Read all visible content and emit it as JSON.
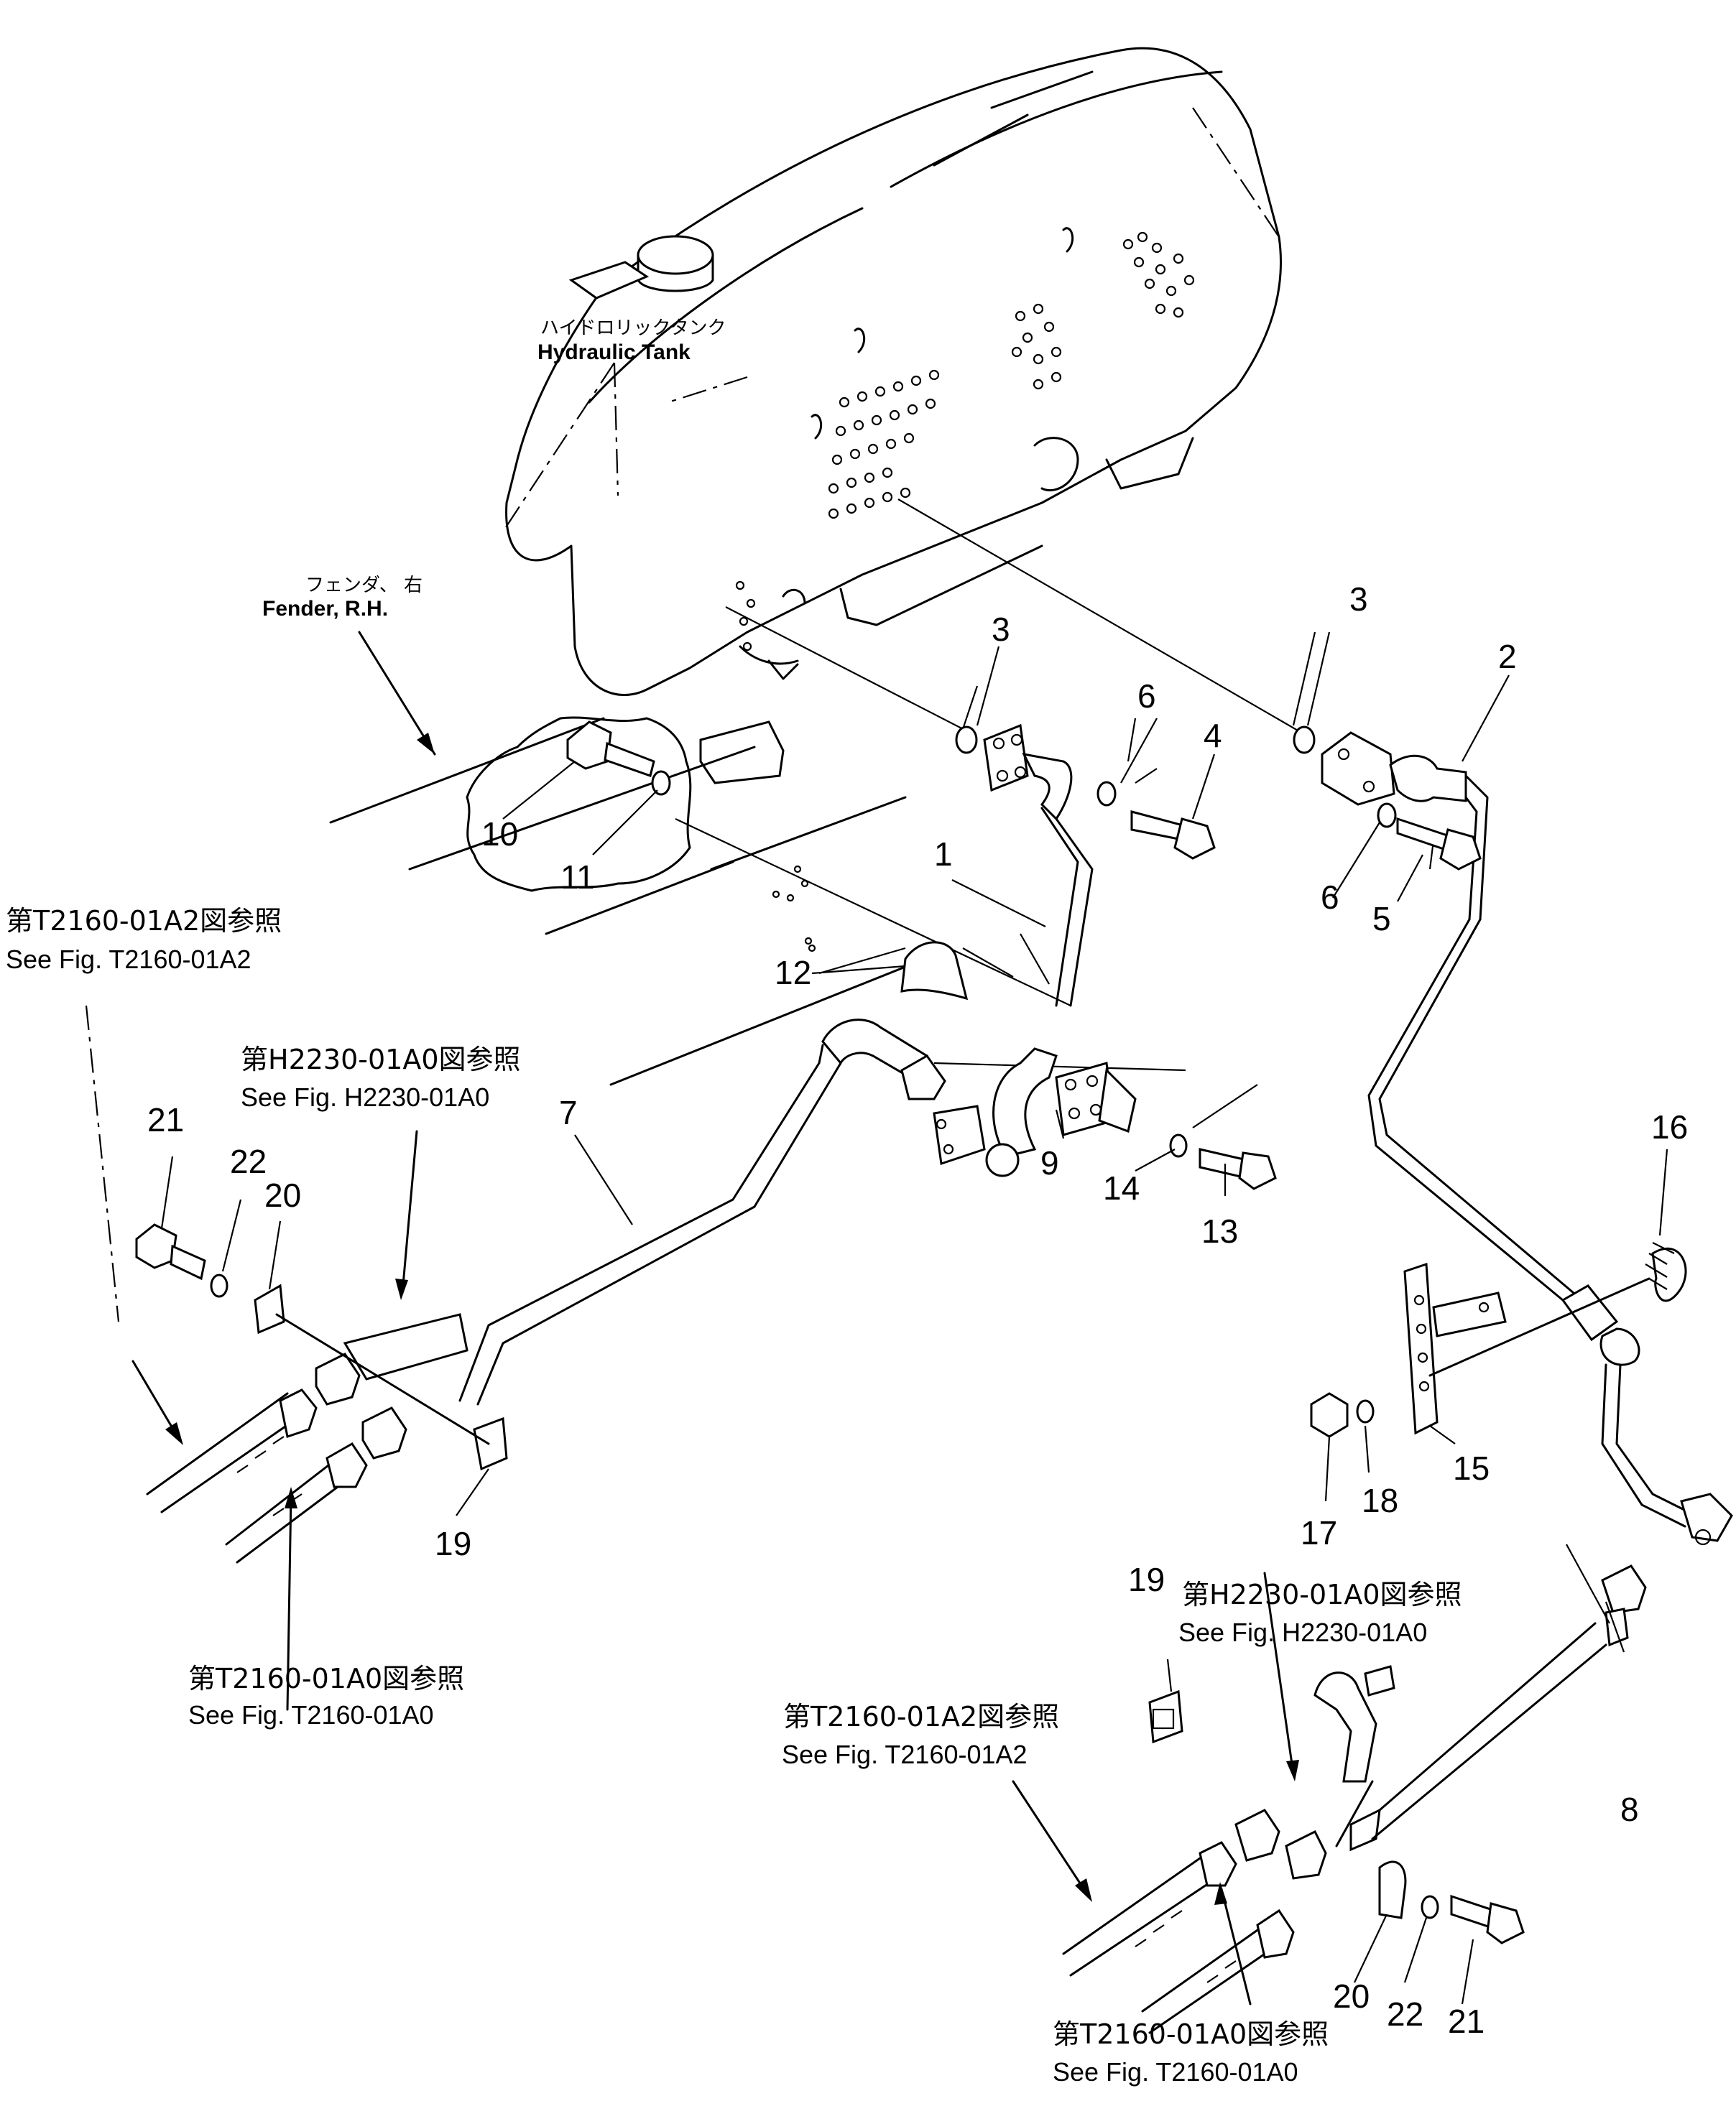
{
  "labels": {
    "tank_jp": "ハイドロリックタンク",
    "tank_en": "Hydraulic  Tank",
    "fender_jp": "フェンダ、 右",
    "fender_en": "Fender, R.H.",
    "ref_a2_left_jp": "第T2160-01A2図参照",
    "ref_a2_left_en": "See Fig. T2160-01A2",
    "ref_h_left_jp": "第H2230-01A0図参照",
    "ref_h_left_en": "See Fig. H2230-01A0",
    "ref_a0_left_jp": "第T2160-01A0図参照",
    "ref_a0_left_en": "See Fig. T2160-01A0",
    "ref_h_right_jp": "第H2230-01A0図参照",
    "ref_h_right_en": "See Fig. H2230-01A0",
    "ref_a2_right_jp": "第T2160-01A2図参照",
    "ref_a2_right_en": "See Fig. T2160-01A2",
    "ref_a0_right_jp": "第T2160-01A0図参照",
    "ref_a0_right_en": "See Fig. T2160-01A0"
  },
  "part_numbers": [
    {
      "id": "p1",
      "text": "1"
    },
    {
      "id": "p2",
      "text": "2"
    },
    {
      "id": "p3a",
      "text": "3"
    },
    {
      "id": "p3b",
      "text": "3"
    },
    {
      "id": "p4",
      "text": "4"
    },
    {
      "id": "p5",
      "text": "5"
    },
    {
      "id": "p6a",
      "text": "6"
    },
    {
      "id": "p6b",
      "text": "6"
    },
    {
      "id": "p7",
      "text": "7"
    },
    {
      "id": "p8",
      "text": "8"
    },
    {
      "id": "p9",
      "text": "9"
    },
    {
      "id": "p10",
      "text": "10"
    },
    {
      "id": "p11",
      "text": "11"
    },
    {
      "id": "p12",
      "text": "12"
    },
    {
      "id": "p13",
      "text": "13"
    },
    {
      "id": "p14",
      "text": "14"
    },
    {
      "id": "p15",
      "text": "15"
    },
    {
      "id": "p16",
      "text": "16"
    },
    {
      "id": "p17",
      "text": "17"
    },
    {
      "id": "p18",
      "text": "18"
    },
    {
      "id": "p19a",
      "text": "19"
    },
    {
      "id": "p19b",
      "text": "19"
    },
    {
      "id": "p20a",
      "text": "20"
    },
    {
      "id": "p20b",
      "text": "20"
    },
    {
      "id": "p21a",
      "text": "21"
    },
    {
      "id": "p21b",
      "text": "21"
    },
    {
      "id": "p22a",
      "text": "22"
    },
    {
      "id": "p22b",
      "text": "22"
    }
  ]
}
